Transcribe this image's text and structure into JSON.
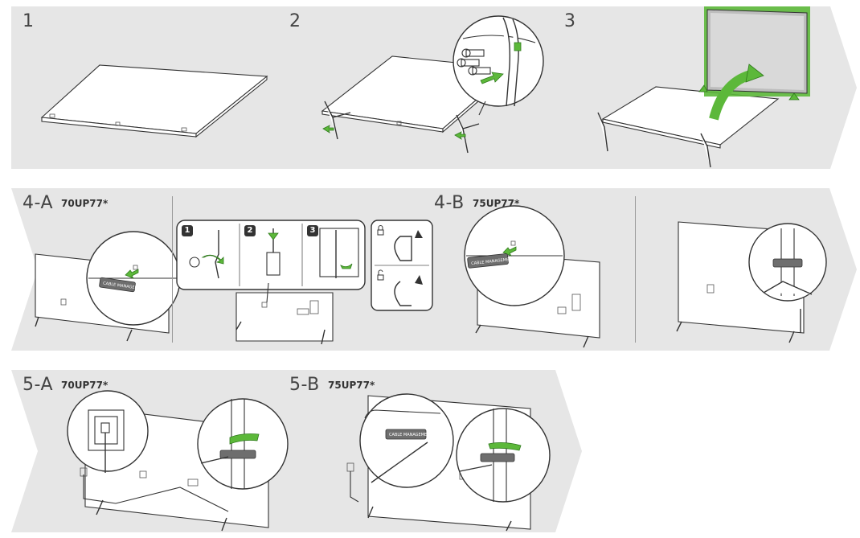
{
  "steps": {
    "s1": {
      "label": "1"
    },
    "s2": {
      "label": "2"
    },
    "s3": {
      "label": "3"
    },
    "s4a": {
      "label": "4-A",
      "model": "70UP77*"
    },
    "s4b": {
      "label": "4-B",
      "model": "75UP77*"
    },
    "s5a": {
      "label": "5-A",
      "model": "70UP77*"
    },
    "s5b": {
      "label": "5-B",
      "model": "75UP77*"
    }
  },
  "substeps": [
    "1",
    "2",
    "3"
  ],
  "cable_management_label": "CABLE MANAGEMENT",
  "colors": {
    "panel_bg": "#e6e6e6",
    "accent_green": "#5cb83a",
    "line": "#333333"
  }
}
